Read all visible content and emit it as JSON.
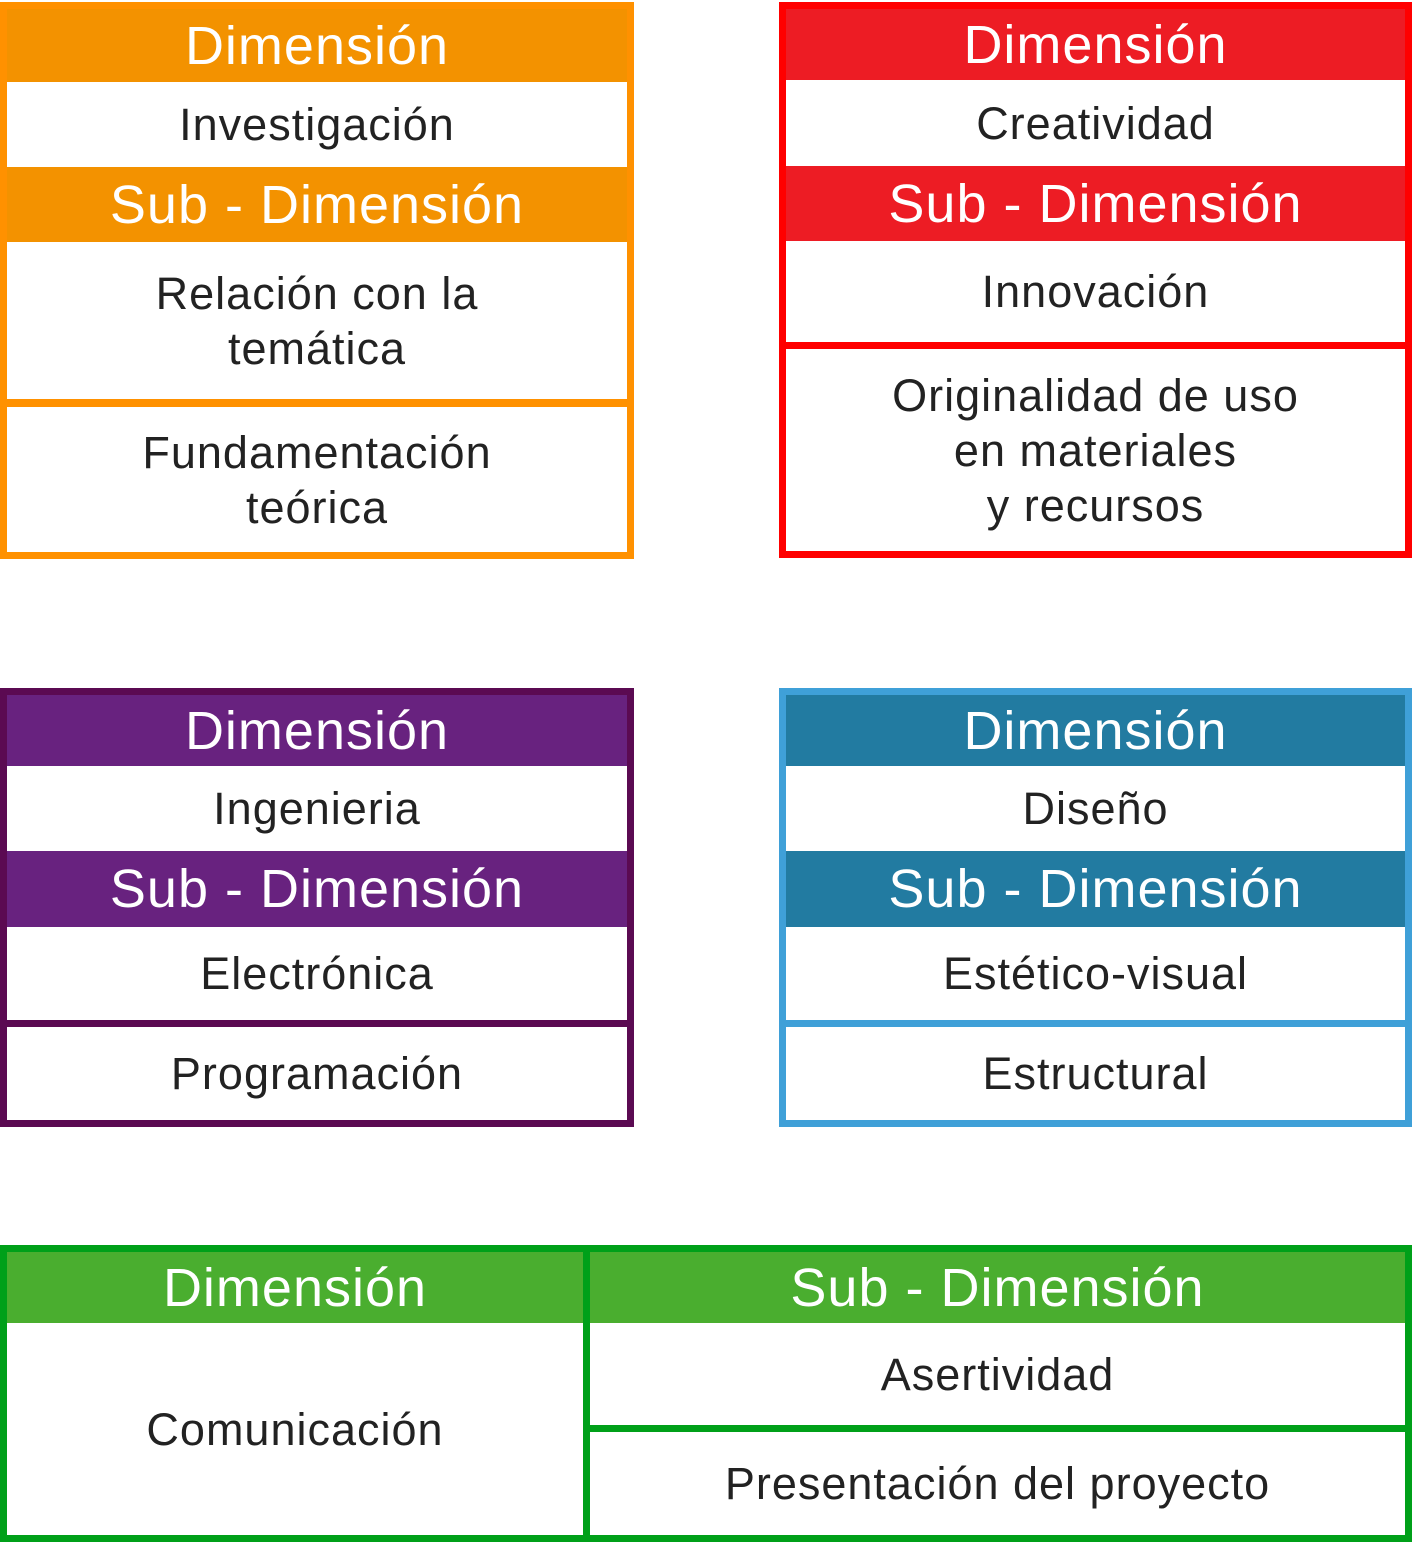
{
  "colors": {
    "orange": "#f39200",
    "red": "#ed1c24",
    "purple": "#68227f",
    "blue": "#227ba1",
    "green": "#4aae2f"
  },
  "orange": {
    "dimension_label": "Dimensión",
    "dimension": "Investigación",
    "sub_label": "Sub - Dimensión",
    "subs": [
      "Relación con la\ntemática",
      "Fundamentación\nteórica"
    ]
  },
  "red": {
    "dimension_label": "Dimensión",
    "dimension": "Creatividad",
    "sub_label": "Sub - Dimensión",
    "subs": [
      "Innovación",
      "Originalidad de uso\nen materiales\ny recursos"
    ]
  },
  "purple": {
    "dimension_label": "Dimensión",
    "dimension": "Ingenieria",
    "sub_label": "Sub - Dimensión",
    "subs": [
      "Electrónica",
      "Programación"
    ]
  },
  "blue": {
    "dimension_label": "Dimensión",
    "dimension": "Diseño",
    "sub_label": "Sub - Dimensión",
    "subs": [
      "Estético-visual",
      "Estructural"
    ]
  },
  "green": {
    "dimension_label": "Dimensión",
    "dimension": "Comunicación",
    "sub_label": "Sub - Dimensión",
    "subs": [
      "Asertividad",
      "Presentación del proyecto"
    ]
  }
}
